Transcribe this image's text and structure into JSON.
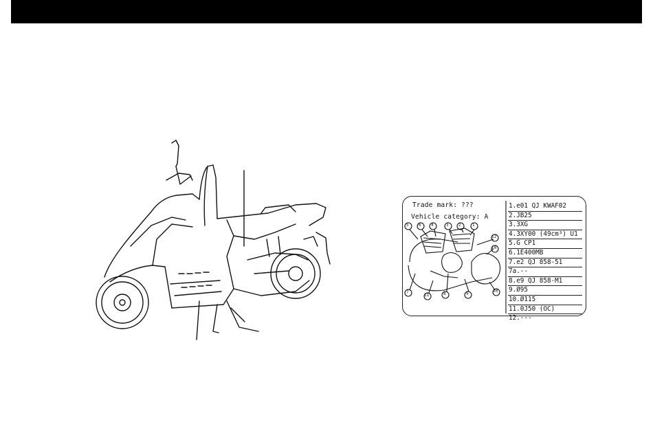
{
  "plate": {
    "trade_mark": "Trade mark: ???",
    "vehicle_category": "Vehicle category: A",
    "codes": [
      "1.e01 QJ KWAF02",
      "2.JB25",
      "3.3XG",
      "4.3XY00 (49cm³) U1",
      "5.G CP1",
      "6.1E400MB",
      "7.e2 QJ 858-51",
      "7a.--",
      "8.e9 QJ 858-M1",
      "9.Ø95",
      "10.Ø115",
      "11.0J50 (OC)",
      "12.---"
    ],
    "callouts": [
      "5",
      "6",
      "4",
      "3",
      "2",
      "1",
      "12",
      "10",
      "7",
      "11",
      "8",
      "9",
      "10"
    ]
  },
  "icons": {
    "scooter": "scooter-line-drawing-icon",
    "engine": "engine-outline-icon"
  }
}
